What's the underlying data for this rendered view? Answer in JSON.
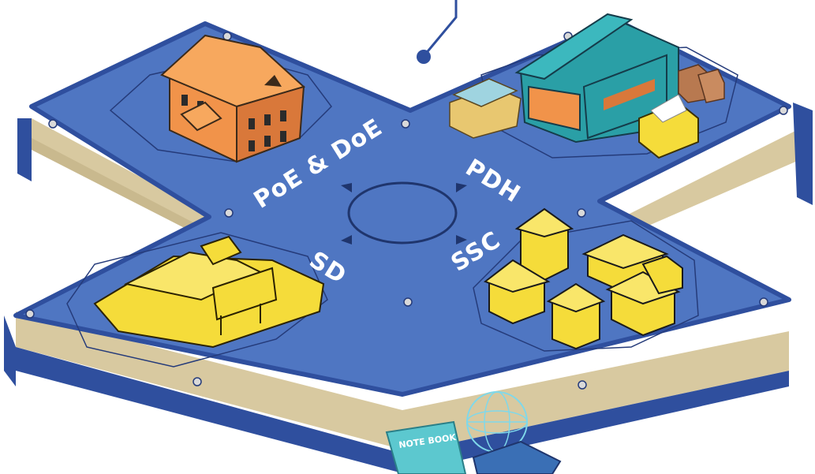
{
  "labels": {
    "north_west": "PoE & DoE",
    "north_east": "PDH",
    "south_west": "SD",
    "south_east": "SSC"
  },
  "notebook": {
    "cover_text": "NOTE BOOK"
  },
  "colors": {
    "board_top": "#4f76c2",
    "board_edge": "#2f4f9e",
    "pages": "#d8c9a0",
    "yellow_buildings": "#f5dc3a",
    "orange_building": "#f1934a",
    "teal_warehouse": "#2a9fa6",
    "notebook": "#5cc8cf"
  },
  "icons": [
    "pyramid-arrow-icon",
    "circle-center-icon",
    "globe-icon"
  ]
}
